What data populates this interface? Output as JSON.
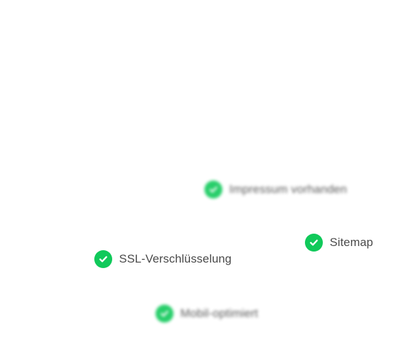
{
  "colors": {
    "check": "#10c95a",
    "text": "#4a4a4a",
    "background": "#ffffff"
  },
  "features": [
    {
      "label": "Impressum vorhanden",
      "icon": "check-circle-icon",
      "blurred": true
    },
    {
      "label": "Sitemap",
      "icon": "check-circle-icon",
      "blurred": false
    },
    {
      "label": "SSL-Verschlüsselung",
      "icon": "check-circle-icon",
      "blurred": false
    },
    {
      "label": "Mobil-optimiert",
      "icon": "check-circle-icon",
      "blurred": true
    }
  ]
}
